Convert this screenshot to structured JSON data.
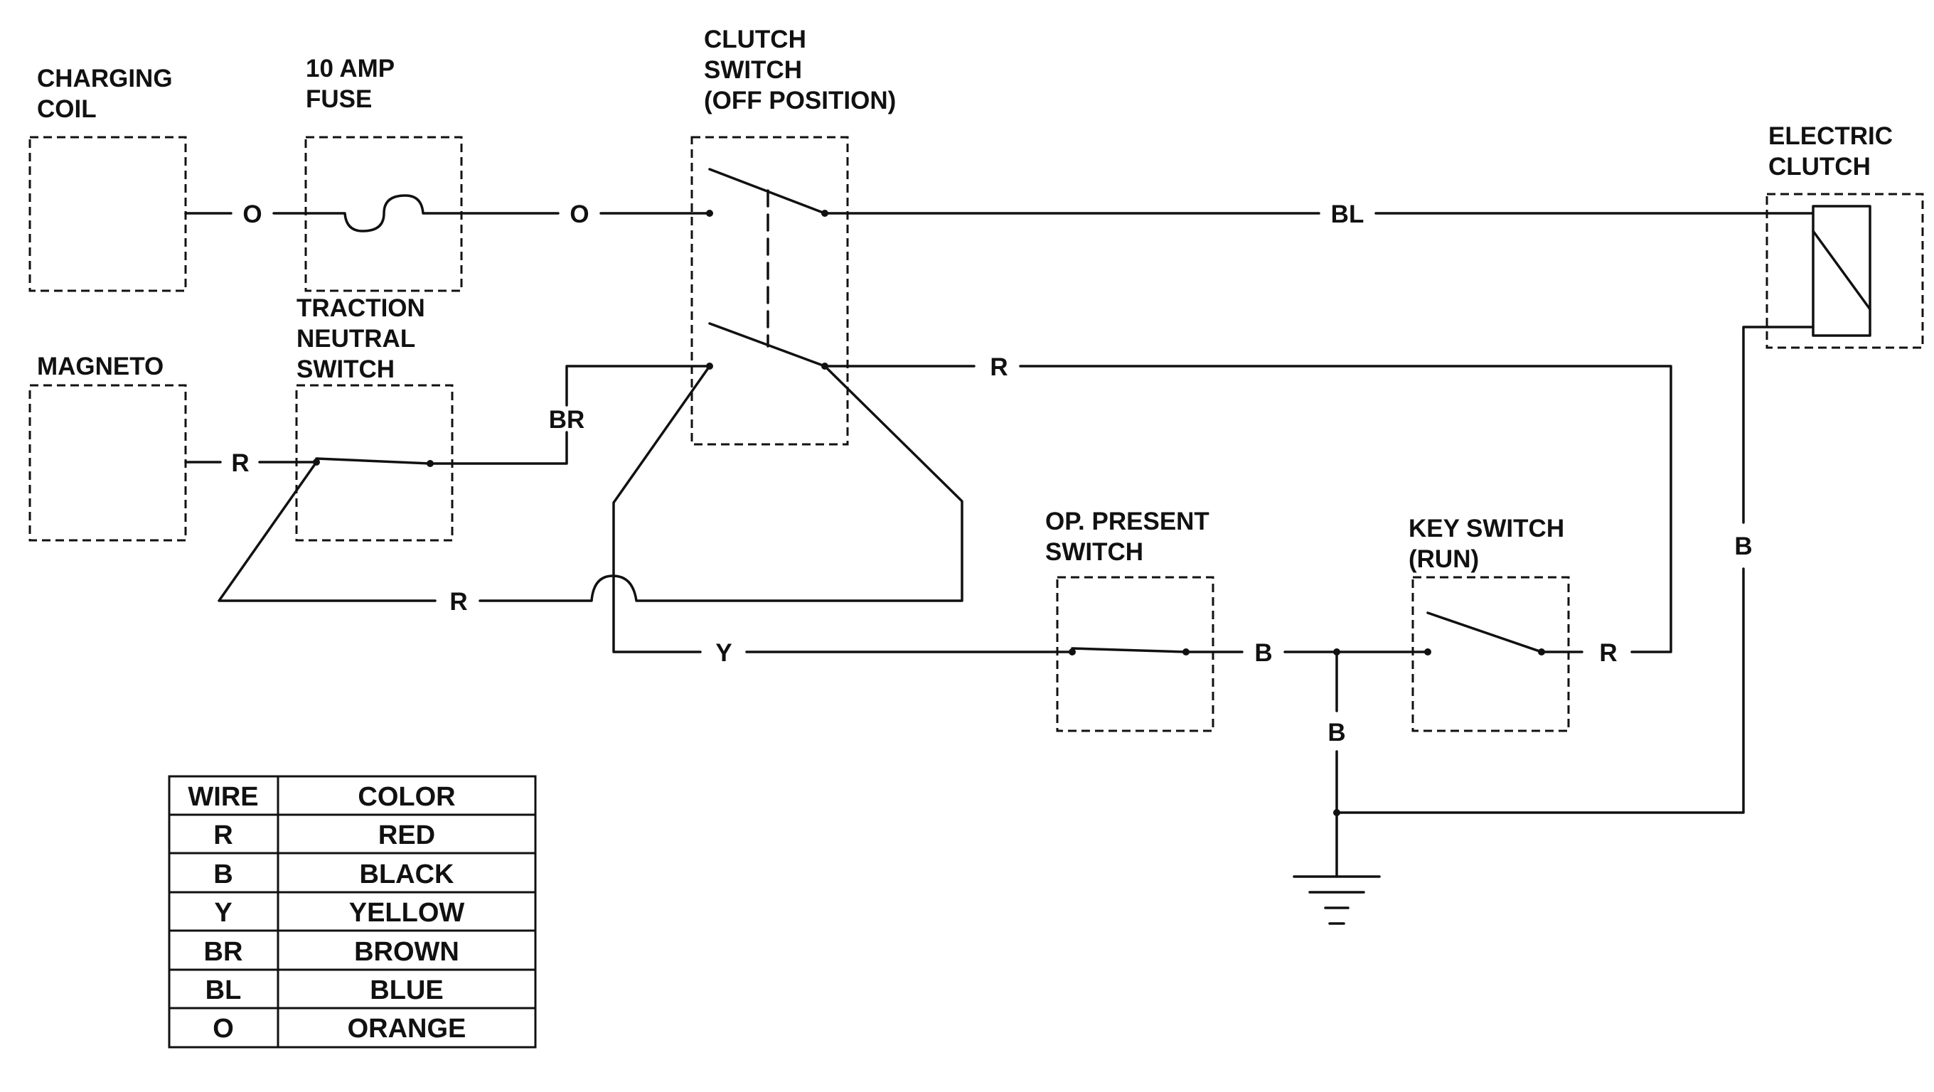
{
  "components": {
    "charging_coil": [
      "CHARGING",
      "COIL"
    ],
    "fuse": [
      "10 AMP",
      "FUSE"
    ],
    "clutch_switch": [
      "CLUTCH",
      "SWITCH",
      "(OFF POSITION)"
    ],
    "electric_clutch": [
      "ELECTRIC",
      "CLUTCH"
    ],
    "magneto": [
      "MAGNETO"
    ],
    "traction_neutral_switch": [
      "TRACTION",
      "NEUTRAL",
      "SWITCH"
    ],
    "op_present_switch": [
      "OP. PRESENT",
      "SWITCH"
    ],
    "key_switch": [
      "KEY SWITCH",
      "(RUN)"
    ]
  },
  "wire_labels": {
    "coil_to_fuse": "O",
    "fuse_to_clutch": "O",
    "clutch_to_electric": "BL",
    "magneto_out": "R",
    "neutral_to_clutch": "BR",
    "clutch_to_key": "R",
    "lower_loop": "R",
    "yellow_run": "Y",
    "op_to_junction": "B",
    "key_out": "R",
    "junction_to_ground": "B",
    "electric_to_ground": "B"
  },
  "legend": {
    "headers": [
      "WIRE",
      "COLOR"
    ],
    "rows": [
      [
        "R",
        "RED"
      ],
      [
        "B",
        "BLACK"
      ],
      [
        "Y",
        "YELLOW"
      ],
      [
        "BR",
        "BROWN"
      ],
      [
        "BL",
        "BLUE"
      ],
      [
        "O",
        "ORANGE"
      ]
    ]
  }
}
